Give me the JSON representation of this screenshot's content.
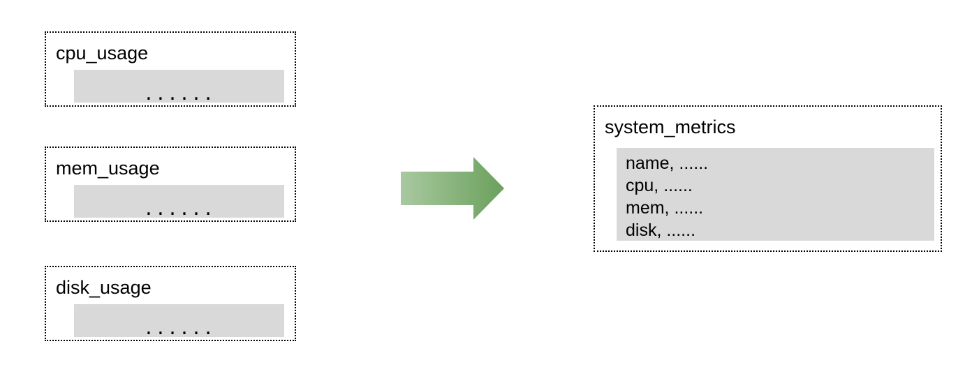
{
  "diagram": {
    "type": "data-merge-flow",
    "background_color": "#ffffff",
    "box_border_color": "#000000",
    "payload_color": "#d9d9d9",
    "arrow": {
      "name": "merge-arrow",
      "direction": "right",
      "gradient_from": "#a8c9a0",
      "gradient_to": "#6ba05c"
    },
    "sources": [
      {
        "title": "cpu_usage",
        "payload_ellipsis": "......"
      },
      {
        "title": "mem_usage",
        "payload_ellipsis": "......"
      },
      {
        "title": "disk_usage",
        "payload_ellipsis": "......"
      }
    ],
    "target": {
      "title": "system_metrics",
      "payload_lines": [
        "name, ......",
        "cpu, ......",
        "mem, ......",
        "disk, ......"
      ]
    }
  }
}
